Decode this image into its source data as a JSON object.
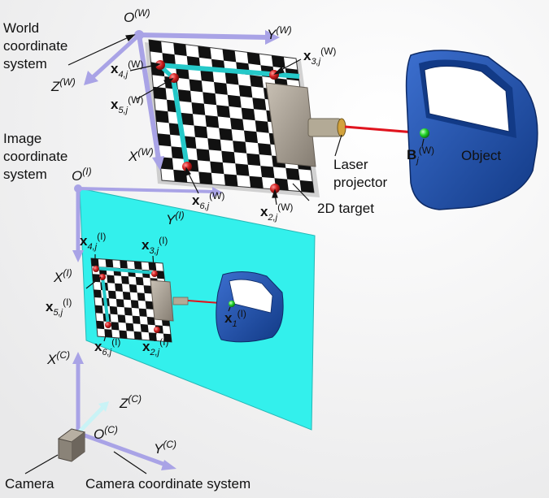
{
  "labels": {
    "world_cs": [
      "World",
      "coordinate",
      "system"
    ],
    "image_cs": [
      "Image",
      "coordinate",
      "system"
    ],
    "camera": "Camera",
    "camera_cs": "Camera coordinate system",
    "laser": [
      "Laser",
      "projector"
    ],
    "target": "2D target",
    "object": "Object"
  },
  "axes": {
    "world": {
      "origin": "O",
      "x": "X",
      "y": "Y",
      "z": "Z",
      "sup": "(W)"
    },
    "image": {
      "origin": "O",
      "x": "X",
      "y": "Y",
      "sup": "(I)"
    },
    "camera": {
      "origin": "O",
      "x": "X",
      "y": "Y",
      "z": "Z",
      "sup": "(C)"
    }
  },
  "points": {
    "world": [
      {
        "main": "x",
        "sub": "4,j",
        "sup": "(W)"
      },
      {
        "main": "x",
        "sub": "5,j",
        "sup": "(W)"
      },
      {
        "main": "x",
        "sub": "3,j",
        "sup": "(W)"
      },
      {
        "main": "x",
        "sub": "6,j",
        "sup": "(W)"
      },
      {
        "main": "x",
        "sub": "2,j",
        "sup": "(W)"
      }
    ],
    "bj": {
      "main": "B",
      "sub": "j",
      "sup": "(W)"
    },
    "image": [
      {
        "main": "x",
        "sub": "4,j",
        "sup": "(I)"
      },
      {
        "main": "x",
        "sub": "3,j",
        "sup": "(I)"
      },
      {
        "main": "x",
        "sub": "5,j",
        "sup": "(I)"
      },
      {
        "main": "x",
        "sub": "6,j",
        "sup": "(I)"
      },
      {
        "main": "x",
        "sub": "2,j",
        "sup": "(I)"
      },
      {
        "main": "x",
        "sub": "1",
        "sup": "(I)"
      }
    ]
  },
  "colors": {
    "axis": "#a9a3e6",
    "image_plane": "#29f0ec",
    "object": "#1d4faa",
    "laser_beam": "#e0141e",
    "marker": "#d42020",
    "bj_point": "#23d62c",
    "cyan_line": "#25c9c9"
  }
}
